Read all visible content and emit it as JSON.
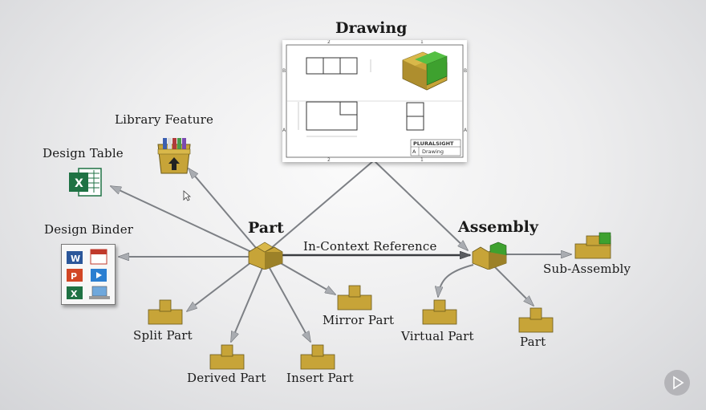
{
  "nodes": {
    "drawing": "Drawing",
    "part": "Part",
    "assembly": "Assembly",
    "library_feature": "Library Feature",
    "design_table": "Design Table",
    "design_binder": "Design Binder",
    "split_part": "Split Part",
    "derived_part": "Derived Part",
    "insert_part": "Insert Part",
    "mirror_part": "Mirror Part",
    "virtual_part": "Virtual Part",
    "assembly_part": "Part",
    "sub_assembly": "Sub-Assembly"
  },
  "edges": {
    "in_context": "In-Context Reference"
  },
  "drawing_sheet": {
    "brand": "PLURALSIGHT",
    "sheet_letter": "A",
    "sheet_name": "Drawing",
    "col_labels": [
      "2",
      "1"
    ],
    "row_labels": [
      "B",
      "A"
    ]
  },
  "colors": {
    "block_gold": "#c7a438",
    "block_dark": "#7e6a22",
    "block_green": "#3ea12f",
    "excel_green": "#1f7244"
  }
}
